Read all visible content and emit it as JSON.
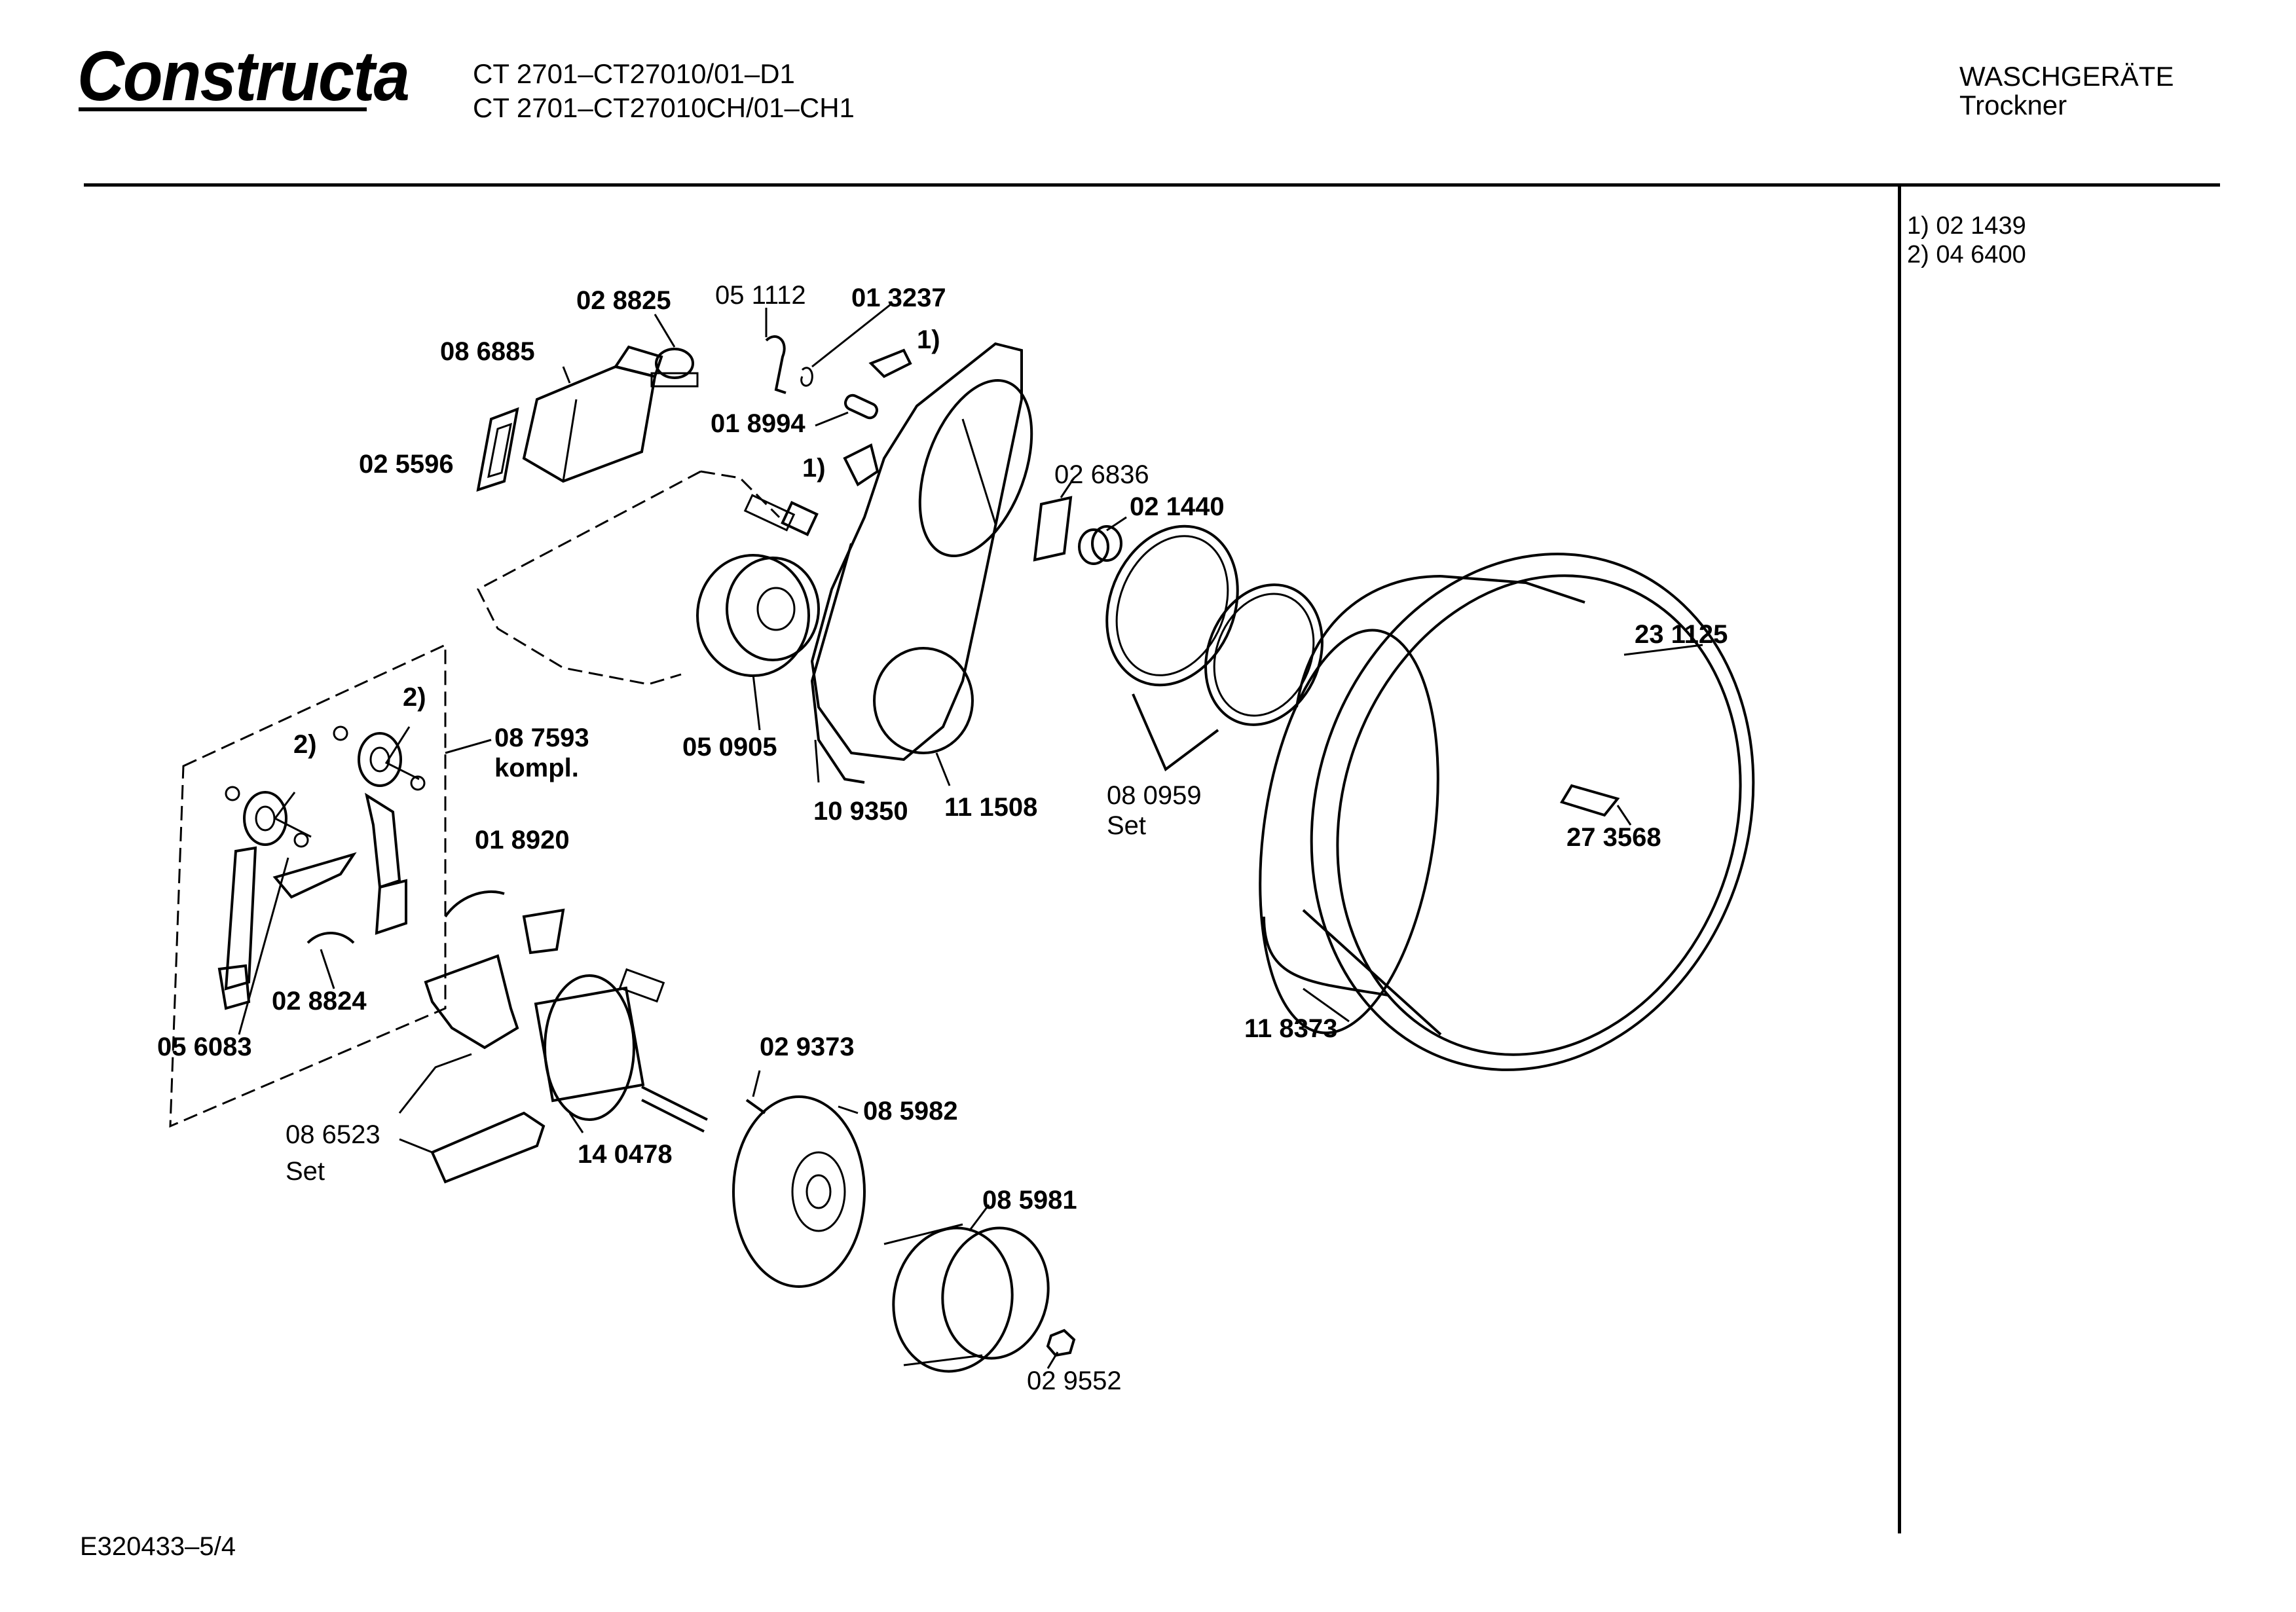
{
  "header": {
    "brand": "Constructa",
    "model_lines": [
      "CT 2701–CT27010/01–D1",
      "CT 2701–CT27010CH/01–CH1"
    ],
    "category": "WASCHGERÄTE",
    "subcategory": "Trockner"
  },
  "footnotes": [
    "1)  02 1439",
    "2)  04 6400"
  ],
  "document_id": "E320433–5/4",
  "parts": [
    {
      "label": "02 8825",
      "bold": true
    },
    {
      "label": "05 1112",
      "bold": false
    },
    {
      "label": "01 3237",
      "bold": true
    },
    {
      "label": "1)",
      "bold": true
    },
    {
      "label": "08 6885",
      "bold": true
    },
    {
      "label": "01 8994",
      "bold": true
    },
    {
      "label": "1)",
      "bold": true
    },
    {
      "label": "02 5596",
      "bold": true
    },
    {
      "label": "02 6836",
      "bold": false
    },
    {
      "label": "02 1440",
      "bold": true
    },
    {
      "label": "23 1125",
      "bold": true
    },
    {
      "label": "2)",
      "bold": true
    },
    {
      "label": "2)",
      "bold": true
    },
    {
      "label": "08 7593",
      "bold": true
    },
    {
      "label": "kompl.",
      "bold": true
    },
    {
      "label": "05 0905",
      "bold": true
    },
    {
      "label": "10 9350",
      "bold": true
    },
    {
      "label": "11 1508",
      "bold": true
    },
    {
      "label": "08 0959",
      "bold": false
    },
    {
      "label": "Set",
      "bold": false
    },
    {
      "label": "27 3568",
      "bold": true
    },
    {
      "label": "01 8920",
      "bold": true
    },
    {
      "label": "02 8824",
      "bold": true
    },
    {
      "label": "05 6083",
      "bold": true
    },
    {
      "label": "11 8373",
      "bold": true
    },
    {
      "label": "02 9373",
      "bold": true
    },
    {
      "label": "08 5982",
      "bold": true
    },
    {
      "label": "08 6523",
      "bold": false
    },
    {
      "label": "Set",
      "bold": false
    },
    {
      "label": "14 0478",
      "bold": true
    },
    {
      "label": "08 5981",
      "bold": true
    },
    {
      "label": "02 9552",
      "bold": false
    }
  ]
}
